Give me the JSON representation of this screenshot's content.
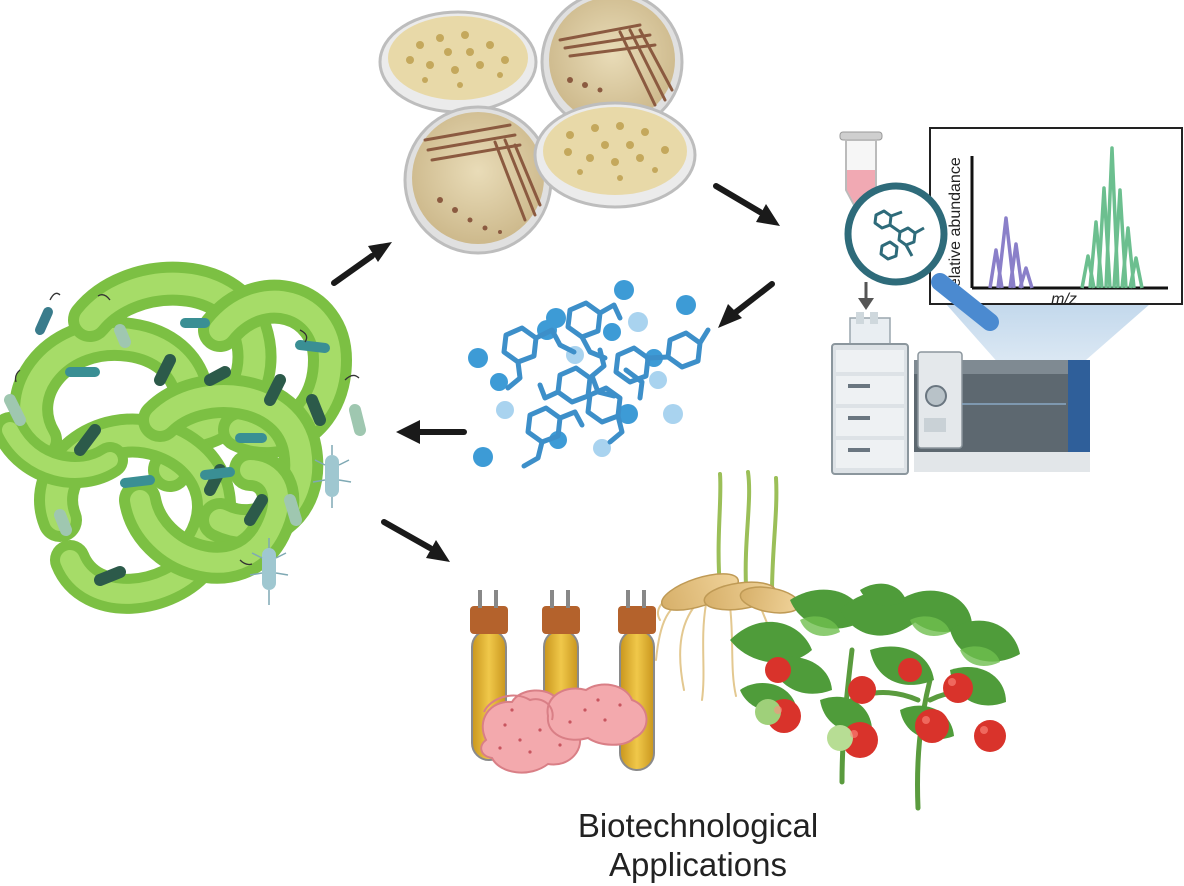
{
  "spectrum": {
    "y_axis_label": "Relative abundance",
    "x_axis_label": "m/z"
  },
  "caption": {
    "line1": "Biotechnological",
    "line2": "Applications"
  },
  "colors": {
    "arrow": "#1a1a1a",
    "bacteria_green": "#8fd14f",
    "molecule_blue": "#3d8fc9",
    "peak_purple": "#8a7fc9",
    "peak_green": "#6cbf8f",
    "tomato_red": "#d9332b",
    "leaf_green": "#4f9c3a",
    "agar_tan": "#d9c49a"
  },
  "icons": [
    "bacterial-community-icon",
    "petri-dish-icon",
    "mass-spectrometer-icon",
    "magnifier-icon",
    "molecule-cluster-icon",
    "culture-tube-icon",
    "wheat-seed-icon",
    "tomato-plant-icon",
    "arrow-icon"
  ]
}
